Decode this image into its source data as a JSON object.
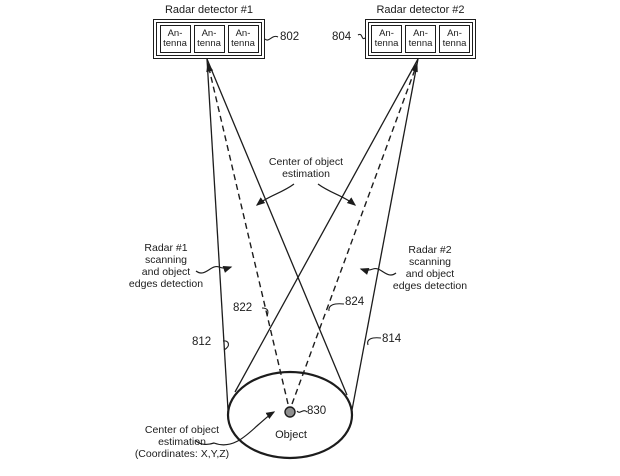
{
  "colors": {
    "background": "#ffffff",
    "ink": "#1c1c1c",
    "dot_fill": "#8f8f8f"
  },
  "radar1": {
    "title": "Radar detector #1",
    "ref": "802"
  },
  "radar2": {
    "title": "Radar detector #2",
    "ref": "804"
  },
  "antenna": {
    "line1": "An-",
    "line2": "tenna"
  },
  "refs": {
    "left_edge_line": "812",
    "right_edge_line": "814",
    "left_center_line": "822",
    "right_center_line": "824",
    "center_dot": "830"
  },
  "annotations": {
    "center_top": {
      "line1": "Center of object",
      "line2": "estimation"
    },
    "radar1_scan": {
      "line1": "Radar #1",
      "line2": "scanning",
      "line3": "and object",
      "line4": "edges detection"
    },
    "radar2_scan": {
      "line1": "Radar #2",
      "line2": "scanning",
      "line3": "and object",
      "line4": "edges detection"
    },
    "object": "Object",
    "center_bottom": {
      "line1": "Center of object",
      "line2": "estimation",
      "line3": "(Coordinates: X,Y,Z)"
    }
  }
}
